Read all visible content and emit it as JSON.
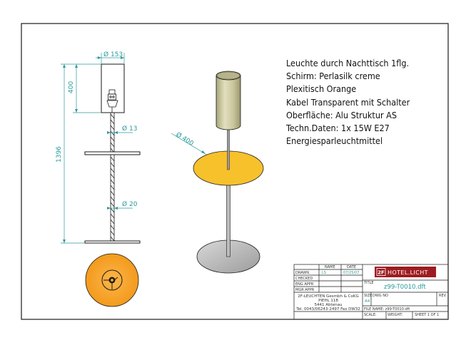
{
  "spec_lines": [
    "Leuchte durch Nachttisch 1flg.",
    "Schirm: Perlasilk creme",
    "Plexitisch Orange",
    "Kabel Transparent mit Schalter",
    "Oberfläche: Alu Struktur AS",
    "Techn.Daten: 1x 15W E27",
    "Energiesparleuchtmittel"
  ],
  "dimensions": {
    "shade_diameter": "153",
    "shade_height": "400",
    "total_height": "1396",
    "upper_rod_diameter": "13",
    "lower_rod_diameter": "20",
    "table_diameter": "400",
    "diameter_symbol": "Ø"
  },
  "title_block": {
    "col_name": "NAME",
    "col_date": "DATE",
    "drawn_label": "DRAWN",
    "drawn_name": "LS",
    "drawn_date": "07/25/07",
    "checked_label": "CHECKED",
    "eng_appr_label": "ENG APPR",
    "mgr_appr_label": "MGR APPR",
    "company_lines": [
      "2F-LEUCHTEN Gesmbh & CoKG",
      "PIEHL 118",
      "5441 Abtenau",
      "Tel. 0043/06243-2497 Fax DW32"
    ],
    "logo_prefix": "2F",
    "logo_text": "HOTEL.LICHT",
    "title_label": "TITLE",
    "drawing_title": "z99-T0010.dft",
    "size_label": "SIZE",
    "size_value": "A4",
    "dwg_no_label": "DWG NO",
    "rev_label": "REV",
    "file_name": "FILE NAME: z99-T0010.dft",
    "scale_label": "SCALE:",
    "weight_label": "WEIGHT:",
    "sheet_label": "SHEET 1 OF 1"
  },
  "colors": {
    "dimension": "#2a9a9c",
    "table_fill": "#f7c12c",
    "table_top_fill": "#f5a623",
    "shade_fill": "#d3d0a6",
    "base_fill": "#bcbcbc",
    "line": "#1a1a1a",
    "logo_red": "#9e1c20"
  }
}
